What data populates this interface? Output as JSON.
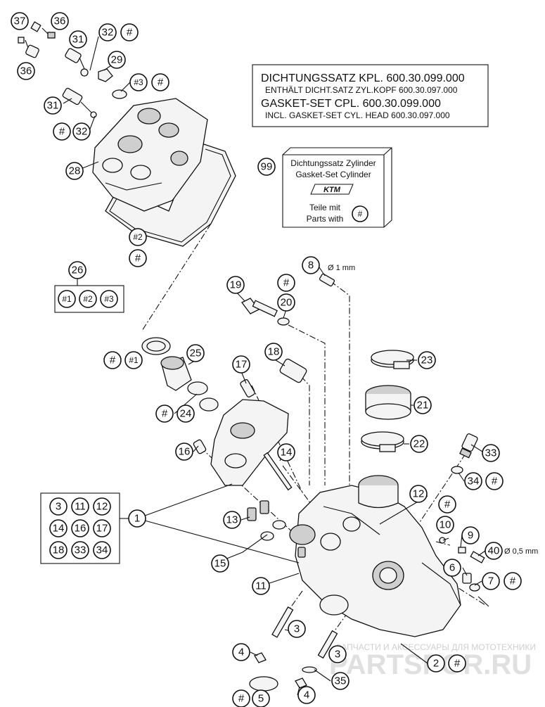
{
  "kit_box": {
    "line1": "DICHTUNGSSATZ KPL.  600.30.099.000",
    "line2": "ENTHÄLT DICHT.SATZ ZYL.KOPF 600.30.097.000",
    "line3": "GASKET-SET CPL.        600.30.099.000",
    "line4": "INCL. GASKET-SET CYL. HEAD 600.30.097.000"
  },
  "cylinder_kit": {
    "ref": "99",
    "line1": "Dichtungssatz Zylinder",
    "line2": "Gasket-Set Cylinder",
    "logo": "KTM",
    "line3": "Teile mit",
    "line4": "Parts with",
    "mark": "#"
  },
  "notes": {
    "part8_diameter": "Ø 1 mm",
    "part40_diameter": "Ø 0,5 mm"
  },
  "group26": {
    "ref": "26",
    "items": [
      "#1",
      "#2",
      "#3"
    ]
  },
  "group1": {
    "ref": "1",
    "items": [
      "3",
      "11",
      "12",
      "14",
      "16",
      "17",
      "18",
      "33",
      "34"
    ]
  },
  "callouts": {
    "c37": "37",
    "c36a": "36",
    "c36b": "36",
    "c31a": "31",
    "c32a": "32",
    "c32a_hash": "#",
    "c29": "29",
    "c3h": "#3",
    "c3h_hash": "#",
    "c31b": "31",
    "c32b_hash": "#",
    "c32b": "32",
    "c28": "28",
    "c2h": "#2",
    "c2h_hash": "#",
    "c1h_hash": "#",
    "c1h": "#1",
    "c25": "25",
    "c24_hash": "#",
    "c24": "24",
    "c17": "17",
    "c16": "16",
    "c14": "14",
    "c18": "18",
    "c19": "19",
    "c20_hash": "#",
    "c20": "20",
    "c8": "8",
    "c23": "23",
    "c21": "21",
    "c22": "22",
    "c33": "33",
    "c34": "34",
    "c34_hash": "#",
    "c12": "12",
    "c10_hash": "#",
    "c10": "10",
    "c9": "9",
    "c40": "40",
    "c6": "6",
    "c7": "7",
    "c7_hash": "#",
    "c13": "13",
    "c15": "15",
    "c11": "11",
    "c3a": "3",
    "c3b": "3",
    "c4a": "4",
    "c4b": "4",
    "c35": "35",
    "c2": "2",
    "c2_hash": "#",
    "c5_hash": "#",
    "c5": "5"
  },
  "watermark": {
    "tagline": "ЗАПЧАСТИ И АКСЕССУАРЫ ДЛЯ МОТОТЕХНИКИ",
    "brand": "PARTSPOR.RU"
  }
}
